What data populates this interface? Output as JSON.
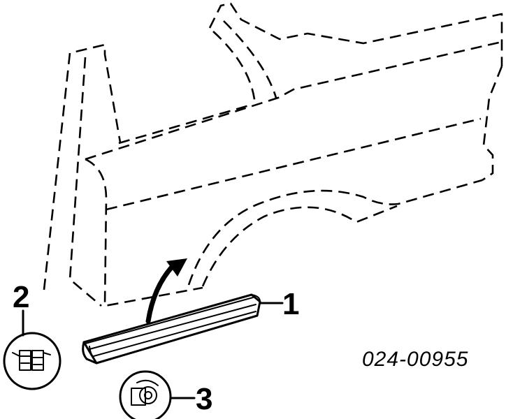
{
  "callouts": {
    "part_1": "1",
    "part_2": "2",
    "part_3": "3"
  },
  "reference_code": "024-00955",
  "colors": {
    "line": "#000000",
    "background": "#ffffff"
  }
}
